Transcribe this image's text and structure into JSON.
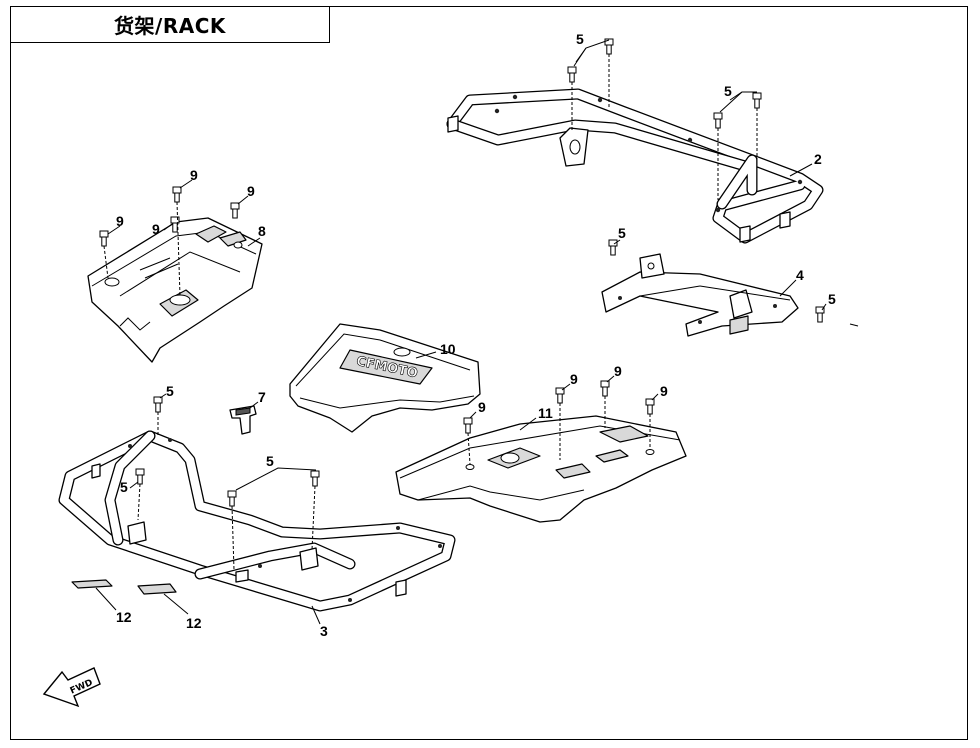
{
  "title": "货架/RACK",
  "fwd_label": "FWD",
  "brand_text": "CFMOTO",
  "callouts": {
    "c2": "2",
    "c3": "3",
    "c4": "4",
    "c5a": "5",
    "c5b": "5",
    "c5c": "5",
    "c5d": "5",
    "c5e": "5",
    "c5f": "5",
    "c5g": "5",
    "c7": "7",
    "c8": "8",
    "c9a": "9",
    "c9b": "9",
    "c9c": "9",
    "c9d": "9",
    "c9e": "9",
    "c9f": "9",
    "c9g": "9",
    "c10": "10",
    "c11": "11",
    "c12a": "12",
    "c12b": "12"
  }
}
